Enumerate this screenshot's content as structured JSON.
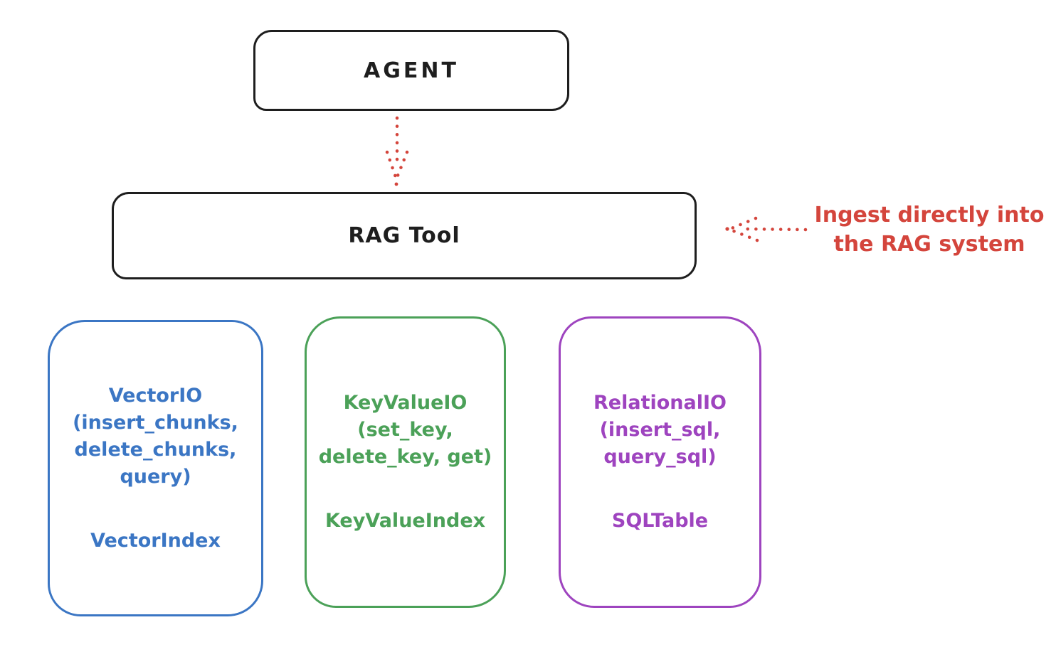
{
  "colors": {
    "ink": "#1e1e1e",
    "red": "#d4453c",
    "blue": "#3b76c4",
    "green": "#4ba158",
    "purple": "#9e44bf",
    "background": "#ffffff"
  },
  "agent": {
    "label": "AGENT"
  },
  "rag": {
    "label": "RAG Tool"
  },
  "annotation": {
    "text": "Ingest directly into\nthe RAG system"
  },
  "cards": [
    {
      "id": "vector-io",
      "color": "#3b76c4",
      "methods": "VectorIO\n(insert_chunks,\ndelete_chunks,\nquery)",
      "index": "VectorIndex"
    },
    {
      "id": "keyvalue-io",
      "color": "#4ba158",
      "methods": "KeyValueIO\n(set_key,\ndelete_key, get)",
      "index": "KeyValueIndex"
    },
    {
      "id": "relational-io",
      "color": "#9e44bf",
      "methods": "RelationalIO\n(insert_sql,\nquery_sql)",
      "index": "SQLTable"
    }
  ]
}
